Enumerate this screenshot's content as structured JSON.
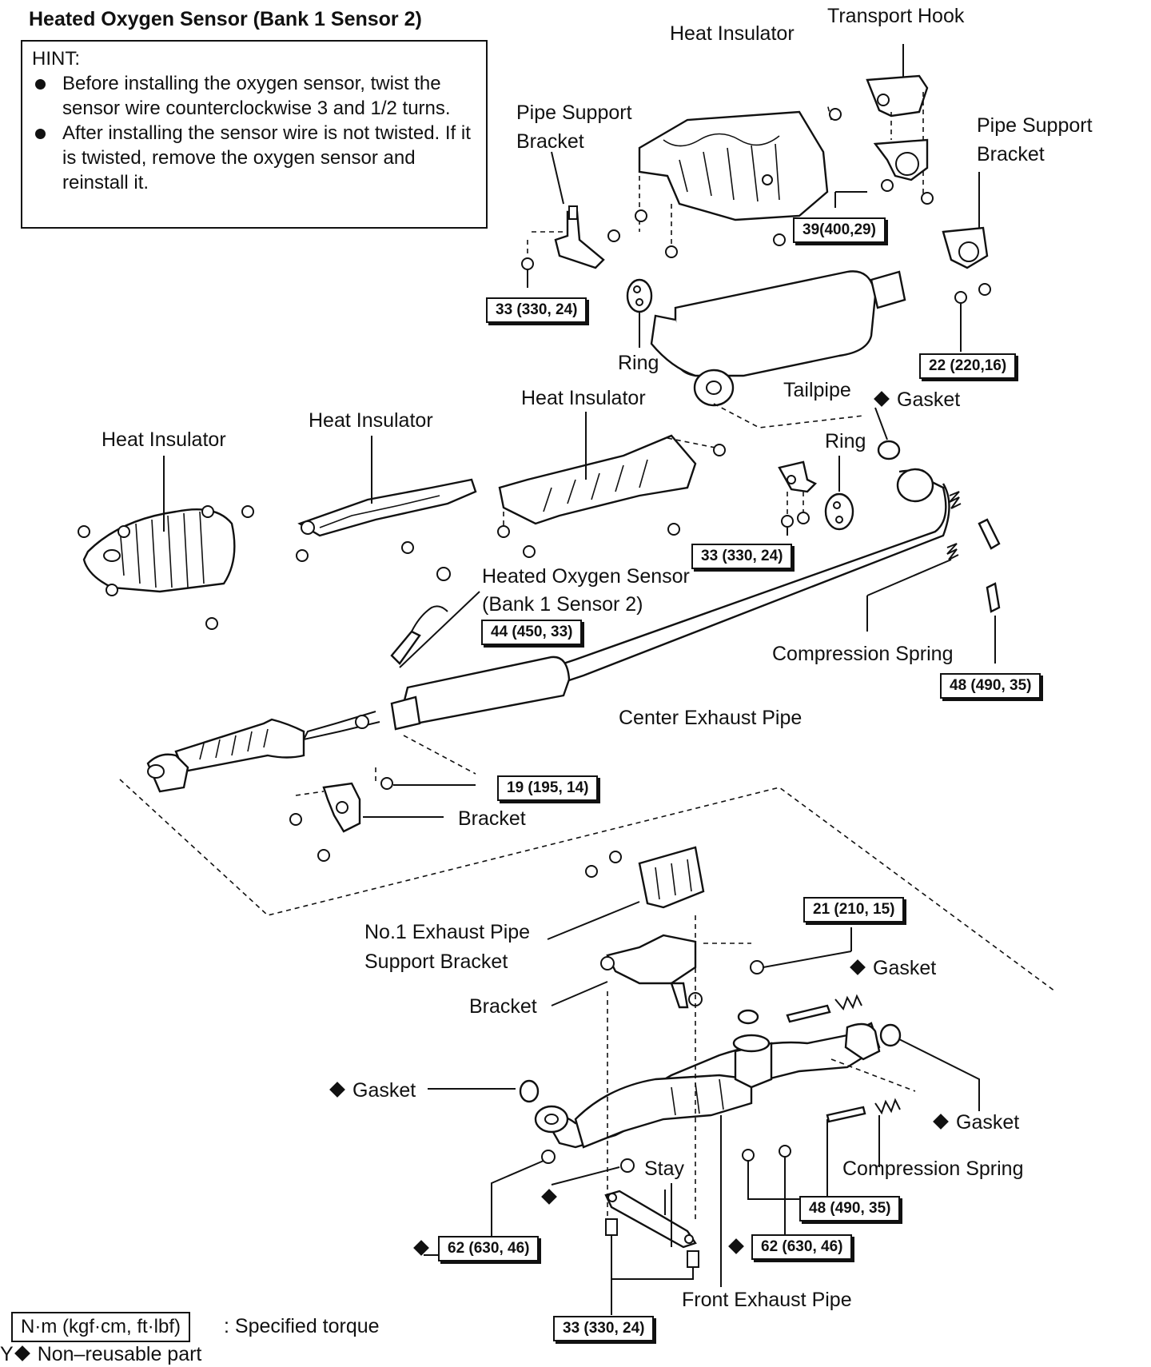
{
  "title": "Heated Oxygen Sensor (Bank 1 Sensor 2)",
  "hint": {
    "heading": "HINT:",
    "bullets": [
      "Before installing the oxygen sensor, twist the sensor wire counterclockwise 3 and 1/2 turns.",
      "After installing the sensor wire is not twisted. If it is twisted, remove the oxygen sensor and reinstall it."
    ]
  },
  "labels": {
    "transport_hook": "Transport Hook",
    "heat_insulator_top": "Heat Insulator",
    "pipe_support_bracket_left_1": "Pipe Support",
    "pipe_support_bracket_left_2": "Bracket",
    "pipe_support_bracket_right_1": "Pipe Support",
    "pipe_support_bracket_right_2": "Bracket",
    "ring_top": "Ring",
    "tailpipe": "Tailpipe",
    "gasket_tail": "Gasket",
    "heat_insulator_mid": "Heat Insulator",
    "heat_insulator_left": "Heat Insulator",
    "heat_insulator_center": "Heat Insulator",
    "ring_mid": "Ring",
    "ho2s_1": "Heated Oxygen Sensor",
    "ho2s_2": "(Bank 1 Sensor 2)",
    "compression_spring_mid": "Compression Spring",
    "center_exhaust_pipe": "Center Exhaust Pipe",
    "bracket_mid": "Bracket",
    "no1_bracket_1": "No.1 Exhaust Pipe",
    "no1_bracket_2": "Support Bracket",
    "bracket_low": "Bracket",
    "gasket_low_right": "Gasket",
    "gasket_low_left": "Gasket",
    "gasket_low_far_right": "Gasket",
    "stay": "Stay",
    "compression_spring_low": "Compression Spring",
    "front_exhaust_pipe": "Front Exhaust Pipe"
  },
  "torques": {
    "t39": "39(400,29)",
    "t33a": "33 (330, 24)",
    "t22": "22 (220,16)",
    "t33b": "33 (330, 24)",
    "t44": "44 (450, 33)",
    "t48a": "48 (490, 35)",
    "t19": "19 (195, 14)",
    "t21": "21 (210, 15)",
    "t48b": "48 (490, 35)",
    "t62a": "62 (630, 46)",
    "t62b": "62 (630, 46)",
    "t33c": "33 (330, 24)"
  },
  "legend": {
    "torque_box": "N·m (kgf·cm, ft·lbf)",
    "torque_text": ": Specified torque",
    "nonreusable_prefix": "Y",
    "nonreusable_text": "Non–reusable part"
  }
}
